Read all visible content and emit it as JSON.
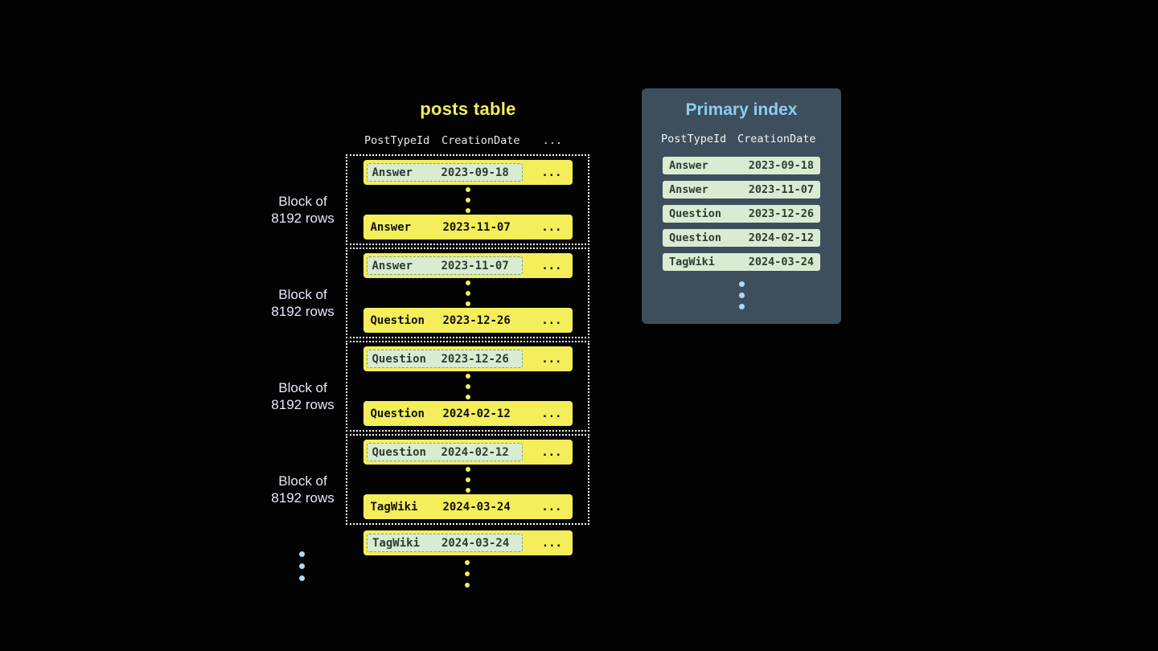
{
  "colors": {
    "background": "#030303",
    "row_yellow": "#f3ee5a",
    "highlight_mint": "#d9ecd2",
    "panel_slate": "#3d4f5d",
    "accent_light_blue": "#8ccdf0",
    "label_text": "#eae8f6"
  },
  "posts_table": {
    "title": "posts table",
    "col1": "PostTypeId",
    "col2": "CreationDate",
    "ellipsis": "...",
    "block_label": {
      "line1": "Block of",
      "line2": "8192 rows"
    },
    "blocks": [
      {
        "first_type": "Answer",
        "first_date": "2023-09-18",
        "last_type": "Answer",
        "last_date": "2023-11-07"
      },
      {
        "first_type": "Answer",
        "first_date": "2023-11-07",
        "last_type": "Question",
        "last_date": "2023-12-26"
      },
      {
        "first_type": "Question",
        "first_date": "2023-12-26",
        "last_type": "Question",
        "last_date": "2024-02-12"
      },
      {
        "first_type": "Question",
        "first_date": "2024-02-12",
        "last_type": "TagWiki",
        "last_date": "2024-03-24"
      }
    ],
    "trailing_type": "TagWiki",
    "trailing_date": "2024-03-24"
  },
  "primary_index": {
    "title": "Primary index",
    "col1": "PostTypeId",
    "col2": "CreationDate",
    "rows": [
      {
        "type": "Answer",
        "date": "2023-09-18"
      },
      {
        "type": "Answer",
        "date": "2023-11-07"
      },
      {
        "type": "Question",
        "date": "2023-12-26"
      },
      {
        "type": "Question",
        "date": "2024-02-12"
      },
      {
        "type": "TagWiki",
        "date": "2024-03-24"
      }
    ]
  }
}
